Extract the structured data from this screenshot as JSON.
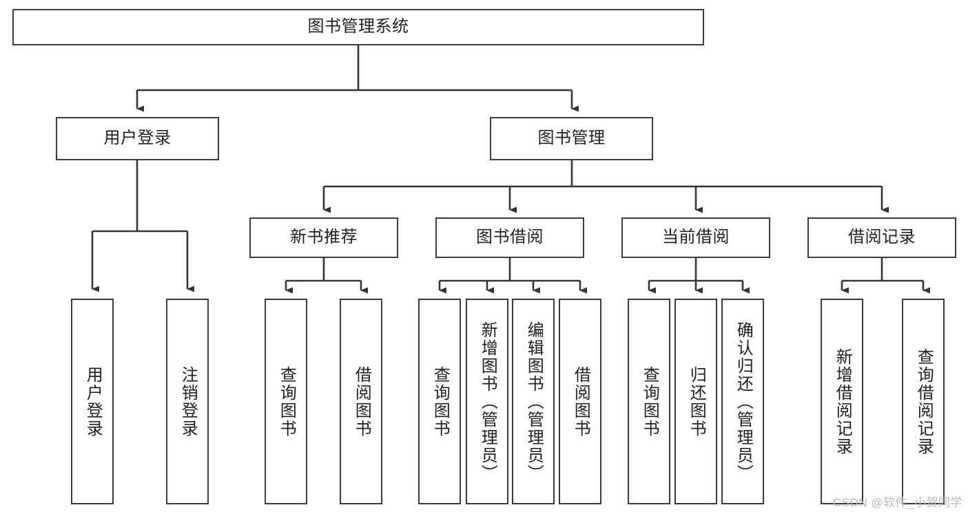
{
  "diagram": {
    "title": "图书管理系统",
    "type": "tree-hierarchy-chart",
    "colors": {
      "box_border": "#3a3a3a",
      "box_fill": "#ffffff",
      "connector": "#333333",
      "text": "#202020",
      "watermark": "#b9b9b9",
      "background": "#ffffff"
    },
    "root": {
      "label": "图书管理系统"
    },
    "level2": [
      {
        "label": "用户登录"
      },
      {
        "label": "图书管理"
      }
    ],
    "level3": [
      {
        "label": "新书推荐"
      },
      {
        "label": "图书借阅"
      },
      {
        "label": "当前借阅"
      },
      {
        "label": "借阅记录"
      }
    ],
    "leaves": {
      "user_login": [
        {
          "label": "用户登录"
        },
        {
          "label": "注销登录"
        }
      ],
      "new_book_recommend": [
        {
          "label": "查询图书"
        },
        {
          "label": "借阅图书"
        }
      ],
      "book_borrow": [
        {
          "label": "查询图书"
        },
        {
          "label": "新增图书（管理员）"
        },
        {
          "label": "编辑图书（管理员）"
        },
        {
          "label": "借阅图书"
        }
      ],
      "current_borrow": [
        {
          "label": "查询图书"
        },
        {
          "label": "归还图书"
        },
        {
          "label": "确认归还（管理员）"
        }
      ],
      "borrow_record": [
        {
          "label": "新增借阅记录"
        },
        {
          "label": "查询借阅记录"
        }
      ]
    }
  },
  "watermark": {
    "text": "CSDN @软件_小贺同学"
  }
}
